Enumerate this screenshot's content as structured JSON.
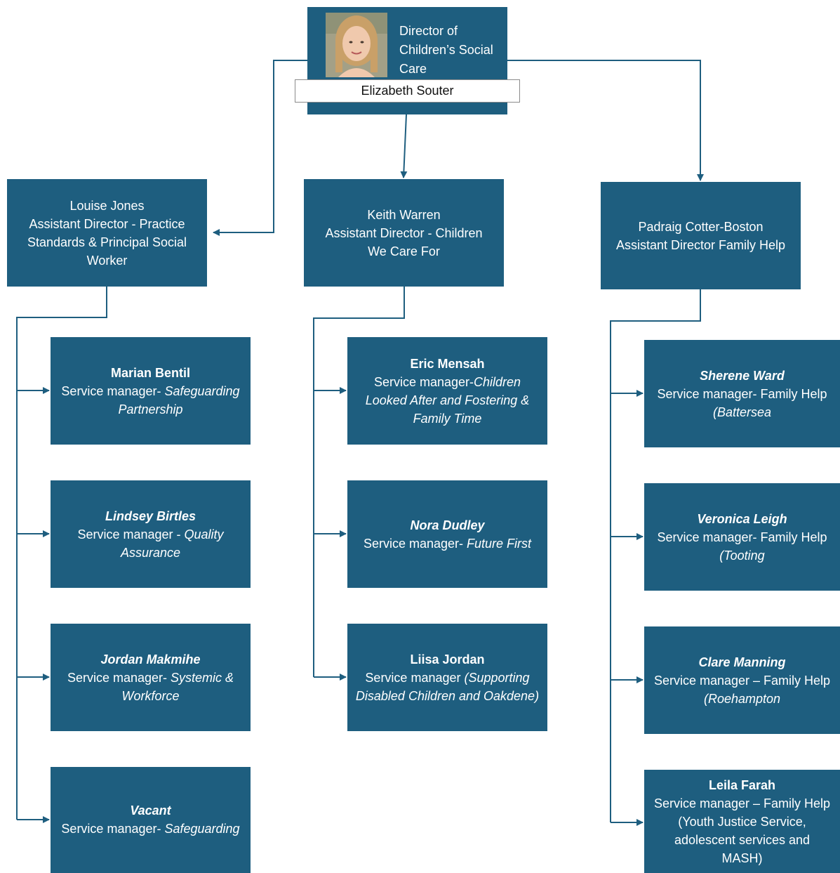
{
  "colors": {
    "box": "#1e5e7f",
    "text": "#ffffff",
    "connector": "#1e5e7f"
  },
  "director": {
    "title_lines": [
      "Director of",
      "Children’s Social",
      "Care"
    ],
    "name": "Elizabeth Souter",
    "photo": "portrait-photo"
  },
  "assistant_directors": [
    {
      "name": "Louise Jones",
      "role_lines": [
        "Assistant Director - Practice",
        "Standards & Principal Social",
        "Worker"
      ]
    },
    {
      "name": "Keith Warren",
      "role_lines": [
        "Assistant Director - Children",
        "We Care For"
      ]
    },
    {
      "name": "Padraig Cotter-Boston",
      "role_lines": [
        "Assistant Director Family Help"
      ]
    }
  ],
  "managers": {
    "col1": [
      {
        "name": "Marian Bentil",
        "role": "Service manager- ",
        "area": "Safeguarding Partnership"
      },
      {
        "name": "Lindsey Birtles",
        "role": "Service manager - ",
        "area": "Quality Assurance"
      },
      {
        "name": "Jordan Makmihe",
        "role": "Service manager- ",
        "area": "Systemic & Workforce"
      },
      {
        "name": "Vacant",
        "role": "Service manager- ",
        "area": "Safeguarding"
      }
    ],
    "col2": [
      {
        "name": "Eric Mensah",
        "role": "Service manager-",
        "area": "Children Looked After and Fostering & Family Time"
      },
      {
        "name": "Nora Dudley",
        "role": "Service manager- ",
        "area": "Future First"
      },
      {
        "name": "Liisa Jordan",
        "role": "Service manager ",
        "area": "(Supporting Disabled Children and Oakdene)"
      }
    ],
    "col3": [
      {
        "name": "Sherene Ward",
        "role": "Service manager- Family Help",
        "area": "(Battersea"
      },
      {
        "name": "Veronica Leigh",
        "role": "Service manager- Family Help",
        "area": "(Tooting"
      },
      {
        "name": "Clare Manning",
        "role": "Service manager – Family Help",
        "area": "(Roehampton"
      },
      {
        "name": "Leila Farah",
        "role": "Service manager – Family Help",
        "area": "(Youth Justice Service, adolescent services and MASH)"
      }
    ]
  }
}
